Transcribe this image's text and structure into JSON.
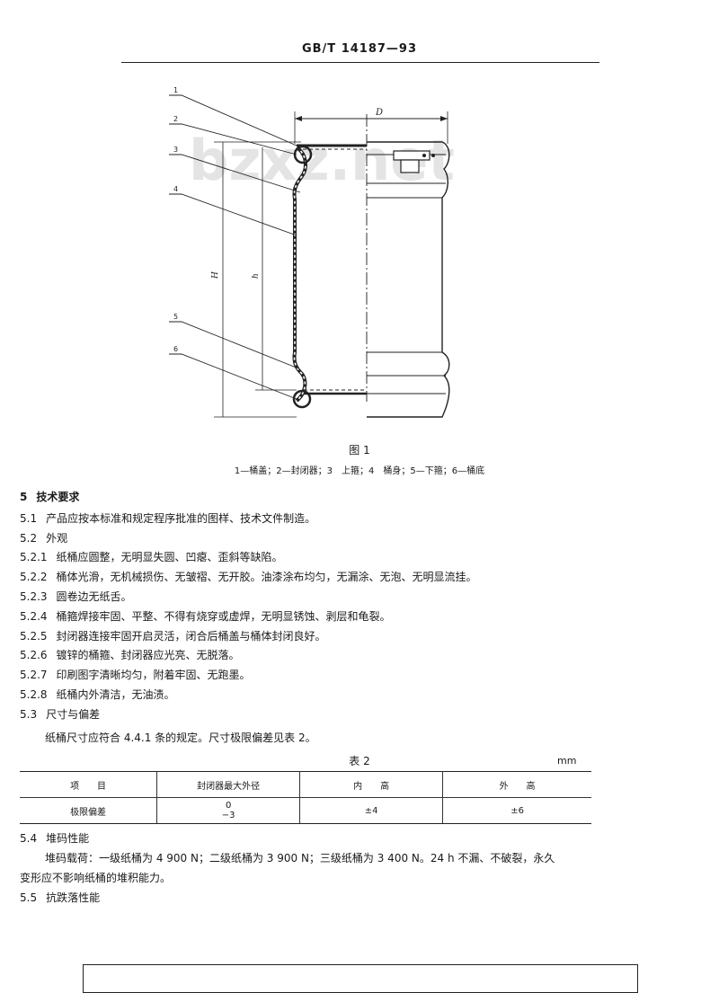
{
  "header": {
    "code": "GB/T 14187—93"
  },
  "figure": {
    "callouts": [
      "1",
      "2",
      "3",
      "4",
      "5",
      "6"
    ],
    "dim_D": "D",
    "dim_H": "H",
    "dim_h": "h",
    "caption": "图 1",
    "legend": "1—桶盖；2—封闭器；3　上箍；4　桶身；5—下箍；6—桶底",
    "watermark": "bzxz.net"
  },
  "sections": [
    {
      "num": "5",
      "text": "技术要求",
      "bold": true
    },
    {
      "num": "5.1",
      "text": "产品应按本标准和规定程序批准的图样、技术文件制造。"
    },
    {
      "num": "5.2",
      "text": "外观"
    },
    {
      "num": "5.2.1",
      "text": "纸桶应圆整，无明显失圆、凹瘪、歪斜等缺陷。"
    },
    {
      "num": "5.2.2",
      "text": "桶体光滑，无机械损伤、无皱褶、无开胶。油漆涂布均匀，无漏涂、无泡、无明显流挂。"
    },
    {
      "num": "5.2.3",
      "text": "圆卷边无纸舌。"
    },
    {
      "num": "5.2.4",
      "text": "桶箍焊接牢固、平整、不得有烧穿或虚焊，无明显锈蚀、剥层和龟裂。"
    },
    {
      "num": "5.2.5",
      "text": "封闭器连接牢固开启灵活，闭合后桶盖与桶体封闭良好。"
    },
    {
      "num": "5.2.6",
      "text": "镀锌的桶箍、封闭器应光亮、无脱落。"
    },
    {
      "num": "5.2.7",
      "text": "印刷图字清晰均匀，附着牢固、无跑墨。"
    },
    {
      "num": "5.2.8",
      "text": "纸桶内外清洁，无油渍。"
    },
    {
      "num": "5.3",
      "text": "尺寸与偏差"
    },
    {
      "num": "",
      "text": "纸桶尺寸应符合 4.4.1 条的规定。尺寸极限偏差见表 2。"
    }
  ],
  "table": {
    "title": "表 2",
    "unit": "mm",
    "headers": [
      "项　　目",
      "封闭器最大外径",
      "内　　高",
      "外　　高"
    ],
    "row": {
      "label": "极限偏差",
      "closure_upper": "0",
      "closure_lower": "−3",
      "inner": "±4",
      "outer": "±6"
    }
  },
  "after": [
    {
      "num": "5.4",
      "text": "堆码性能"
    },
    {
      "num": "",
      "text": "堆码载荷：一级纸桶为 4 900 N；二级纸桶为 3 900 N；三级纸桶为 3 400 N。24 h 不漏、不破裂，永久"
    },
    {
      "num": "",
      "text": "变形应不影响纸桶的堆积能力。"
    },
    {
      "num": "5.5",
      "text": "抗跌落性能"
    }
  ]
}
